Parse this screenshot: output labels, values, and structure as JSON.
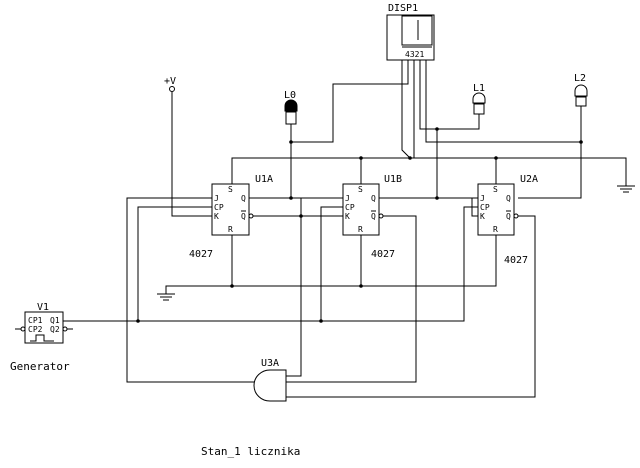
{
  "components": {
    "u1a": {
      "ref": "U1A",
      "part": "4027",
      "pins": {
        "s": "S",
        "j": "J",
        "cp": "CP",
        "k": "K",
        "r": "R",
        "q": "Q",
        "qn": "Q"
      }
    },
    "u1b": {
      "ref": "U1B",
      "part": "4027",
      "pins": {
        "s": "S",
        "j": "J",
        "cp": "CP",
        "k": "K",
        "r": "R",
        "q": "Q",
        "qn": "Q"
      }
    },
    "u2a": {
      "ref": "U2A",
      "part": "4027",
      "pins": {
        "s": "S",
        "j": "J",
        "cp": "CP",
        "k": "K",
        "r": "R",
        "q": "Q",
        "qn": "Q"
      }
    },
    "u3a": {
      "ref": "U3A"
    },
    "disp1": {
      "ref": "DISP1",
      "pins": "4321"
    },
    "v1": {
      "ref": "V1",
      "name": "Generator",
      "pins": {
        "cp1": "CP1",
        "cp2": "CP2",
        "q1": "Q1",
        "q2": "Q2"
      }
    },
    "l0": {
      "ref": "L0"
    },
    "l1": {
      "ref": "L1"
    },
    "l2": {
      "ref": "L2"
    },
    "vcc": {
      "label": "+V"
    }
  },
  "caption": "Stan_1 licznika"
}
